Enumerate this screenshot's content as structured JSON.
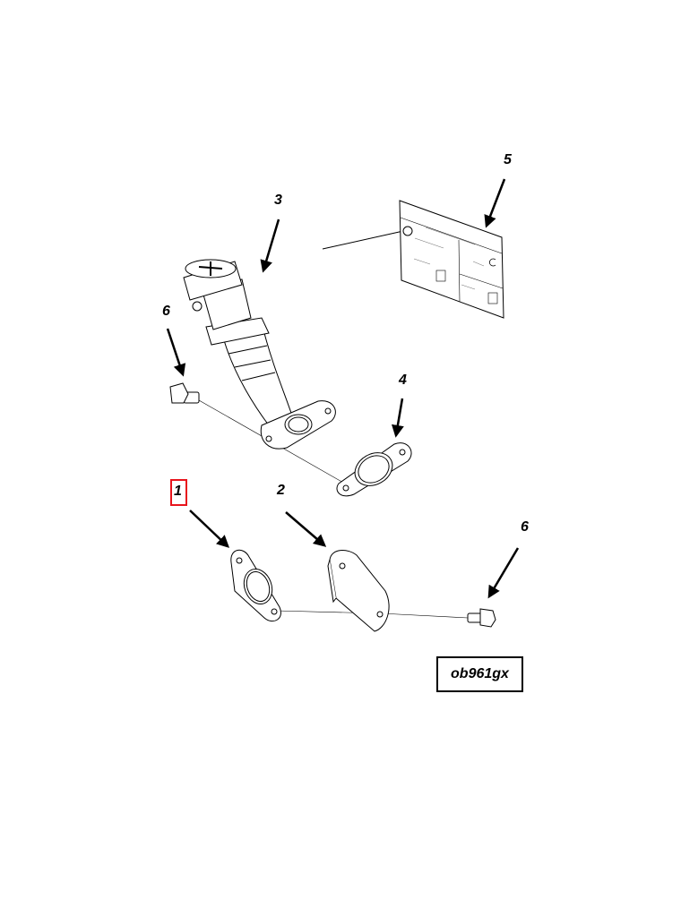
{
  "diagram": {
    "callouts": {
      "part_1": "1",
      "part_2": "2",
      "part_3": "3",
      "part_4": "4",
      "part_5": "5",
      "part_6_upper": "6",
      "part_6_lower": "6"
    },
    "highlighted_callout": "1",
    "highlight_color": "#e8141c",
    "figure_code": "ob961gx"
  }
}
